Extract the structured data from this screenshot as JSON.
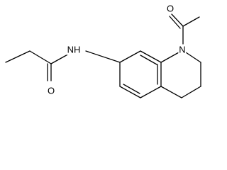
{
  "molecule": {
    "atoms": {
      "acetyl_oxygen": "O",
      "ring_nitrogen": "N",
      "amide_nitrogen": "N",
      "amide_hydrogen": "H",
      "amide_oxygen": "O"
    },
    "colors": {
      "bond": "#000000",
      "label": "#000000",
      "background": "#ffffff"
    }
  }
}
